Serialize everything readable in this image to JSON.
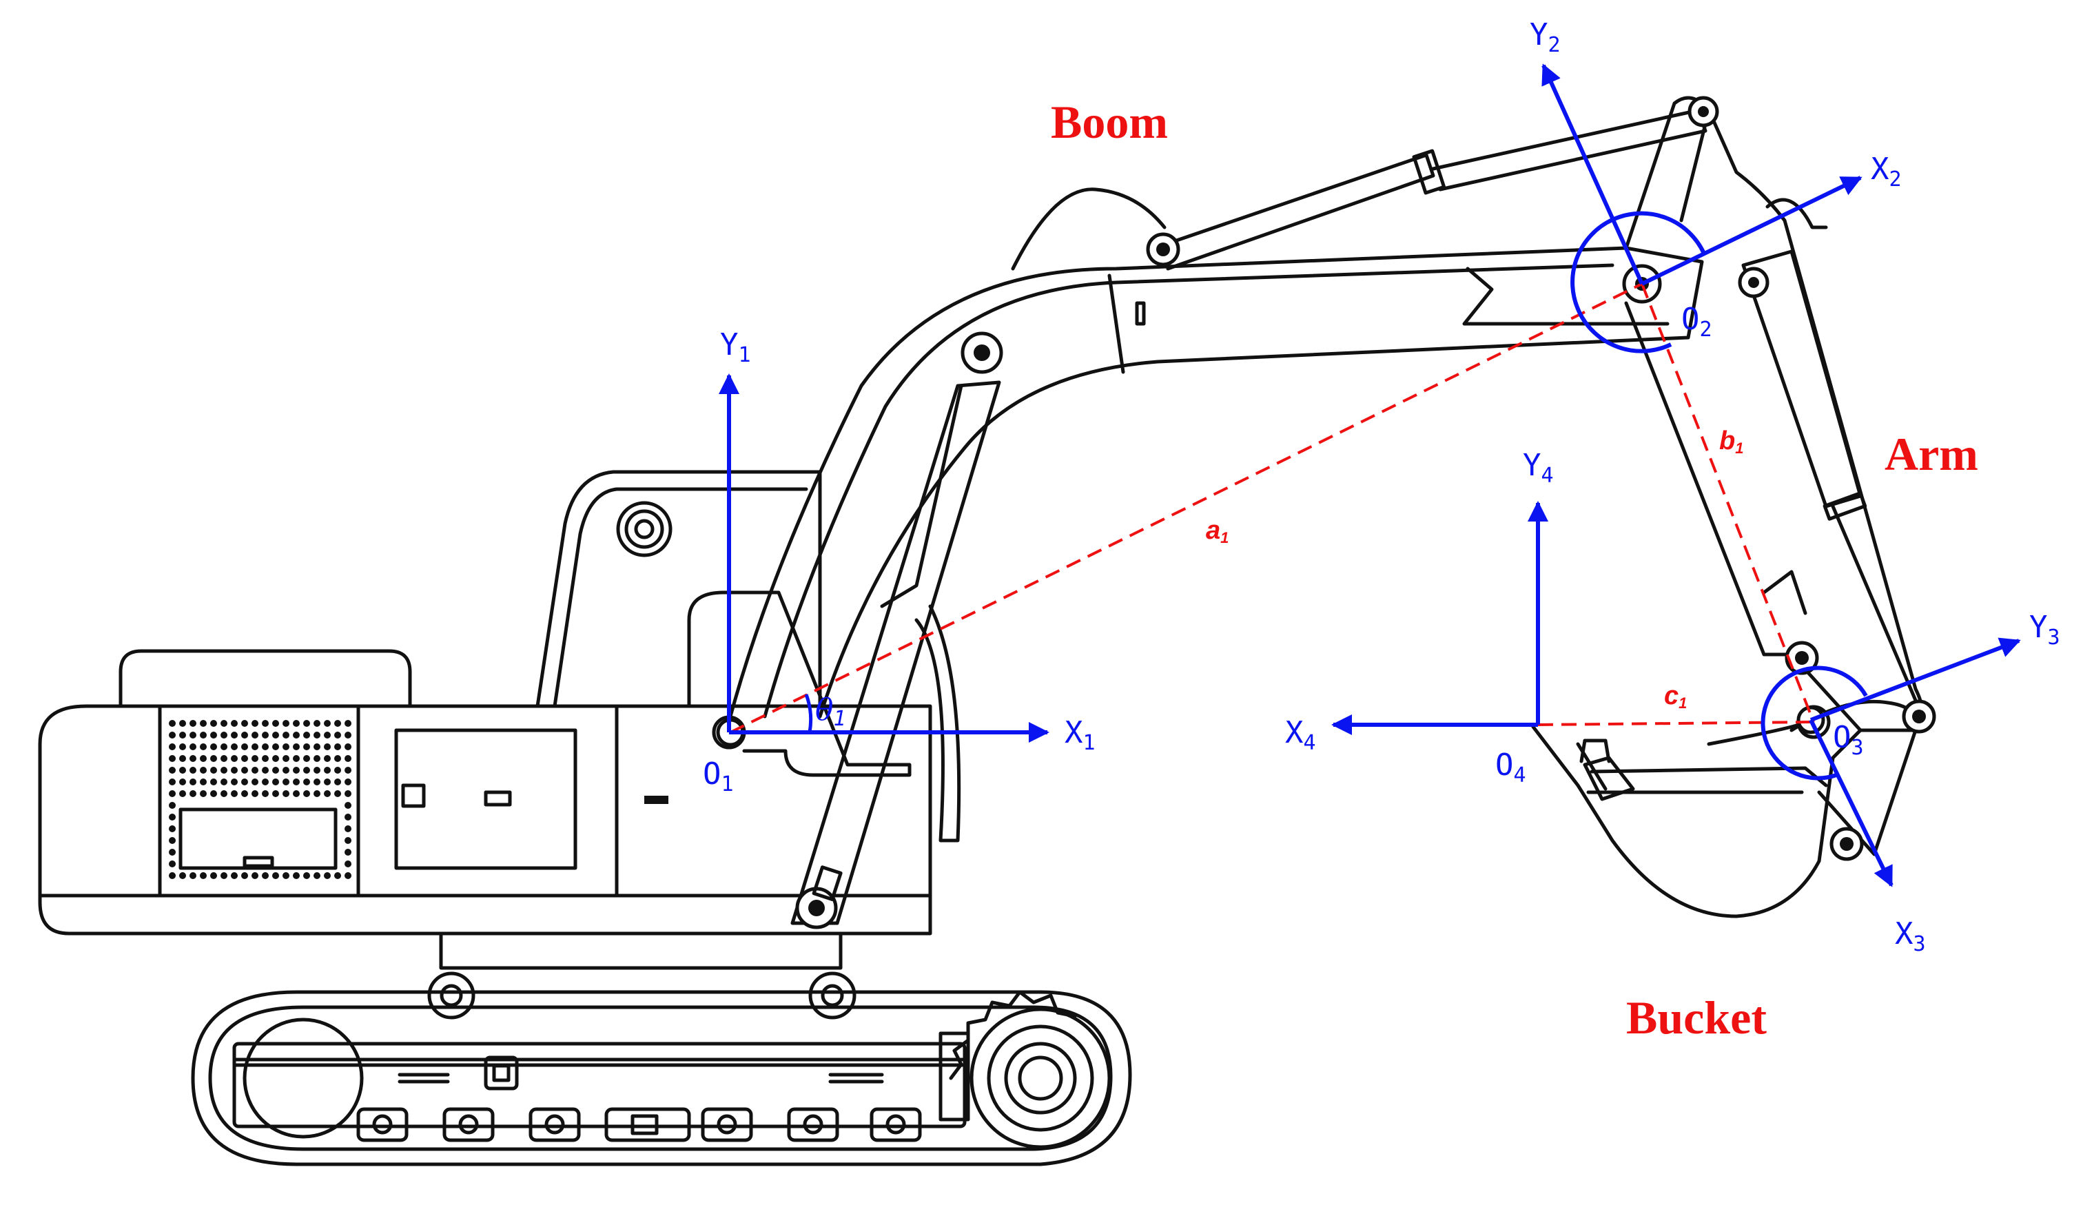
{
  "colors": {
    "frame_blue": "#0a14f0",
    "dimension_red": "#ee1111",
    "machine_black": "#111111"
  },
  "parts": {
    "boom": "Boom",
    "arm": "Arm",
    "bucket": "Bucket"
  },
  "frames": {
    "f1": {
      "x_base": "X",
      "x_sub": "1",
      "y_base": "Y",
      "y_sub": "1",
      "o_base": "O",
      "o_sub": "1"
    },
    "f2": {
      "x_base": "X",
      "x_sub": "2",
      "y_base": "Y",
      "y_sub": "2",
      "o_base": "O",
      "o_sub": "2"
    },
    "f3": {
      "x_base": "X",
      "x_sub": "3",
      "y_base": "Y",
      "y_sub": "3",
      "o_base": "O",
      "o_sub": "3"
    },
    "f4": {
      "x_base": "X",
      "x_sub": "4",
      "y_base": "Y",
      "y_sub": "4",
      "o_base": "O",
      "o_sub": "4"
    }
  },
  "dimensions": {
    "a": {
      "base": "a",
      "sub": "1"
    },
    "b": {
      "base": "b",
      "sub": "1"
    },
    "c": {
      "base": "c",
      "sub": "1"
    },
    "theta": {
      "base": "θ",
      "sub": "1"
    }
  }
}
